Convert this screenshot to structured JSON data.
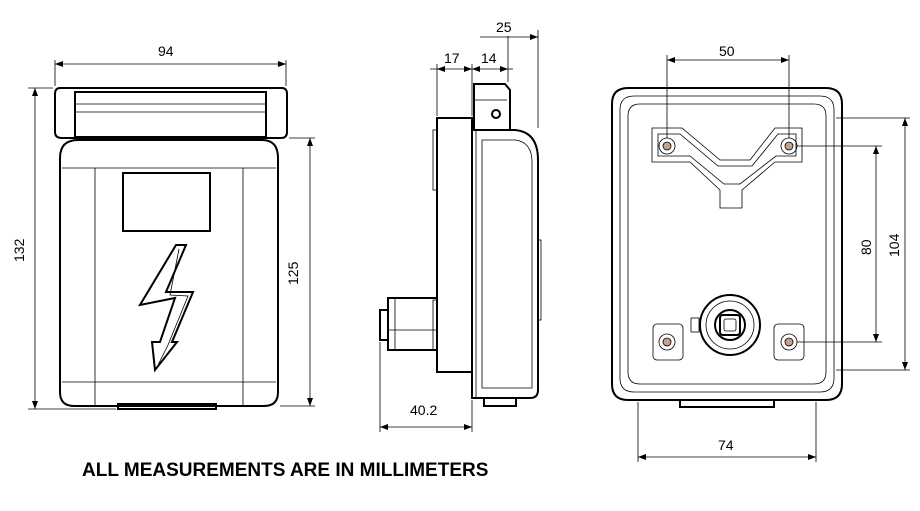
{
  "dimensions": {
    "front_width": "94",
    "front_height_total": "132",
    "front_height_body": "125",
    "side_total_depth": "25",
    "side_depth_a": "17",
    "side_depth_b": "14",
    "side_plug_length": "40.2",
    "back_hole_spacing_horizontal": "50",
    "back_hole_spacing_vertical": "80",
    "back_height": "104",
    "back_width": "74"
  },
  "note": "ALL MEASUREMENTS ARE IN MILLIMETERS",
  "colors": {
    "line": "#000000",
    "hole": "#c8a08a",
    "background": "#ffffff"
  },
  "icons": {
    "front_symbol": "high-voltage-lightning-icon"
  }
}
